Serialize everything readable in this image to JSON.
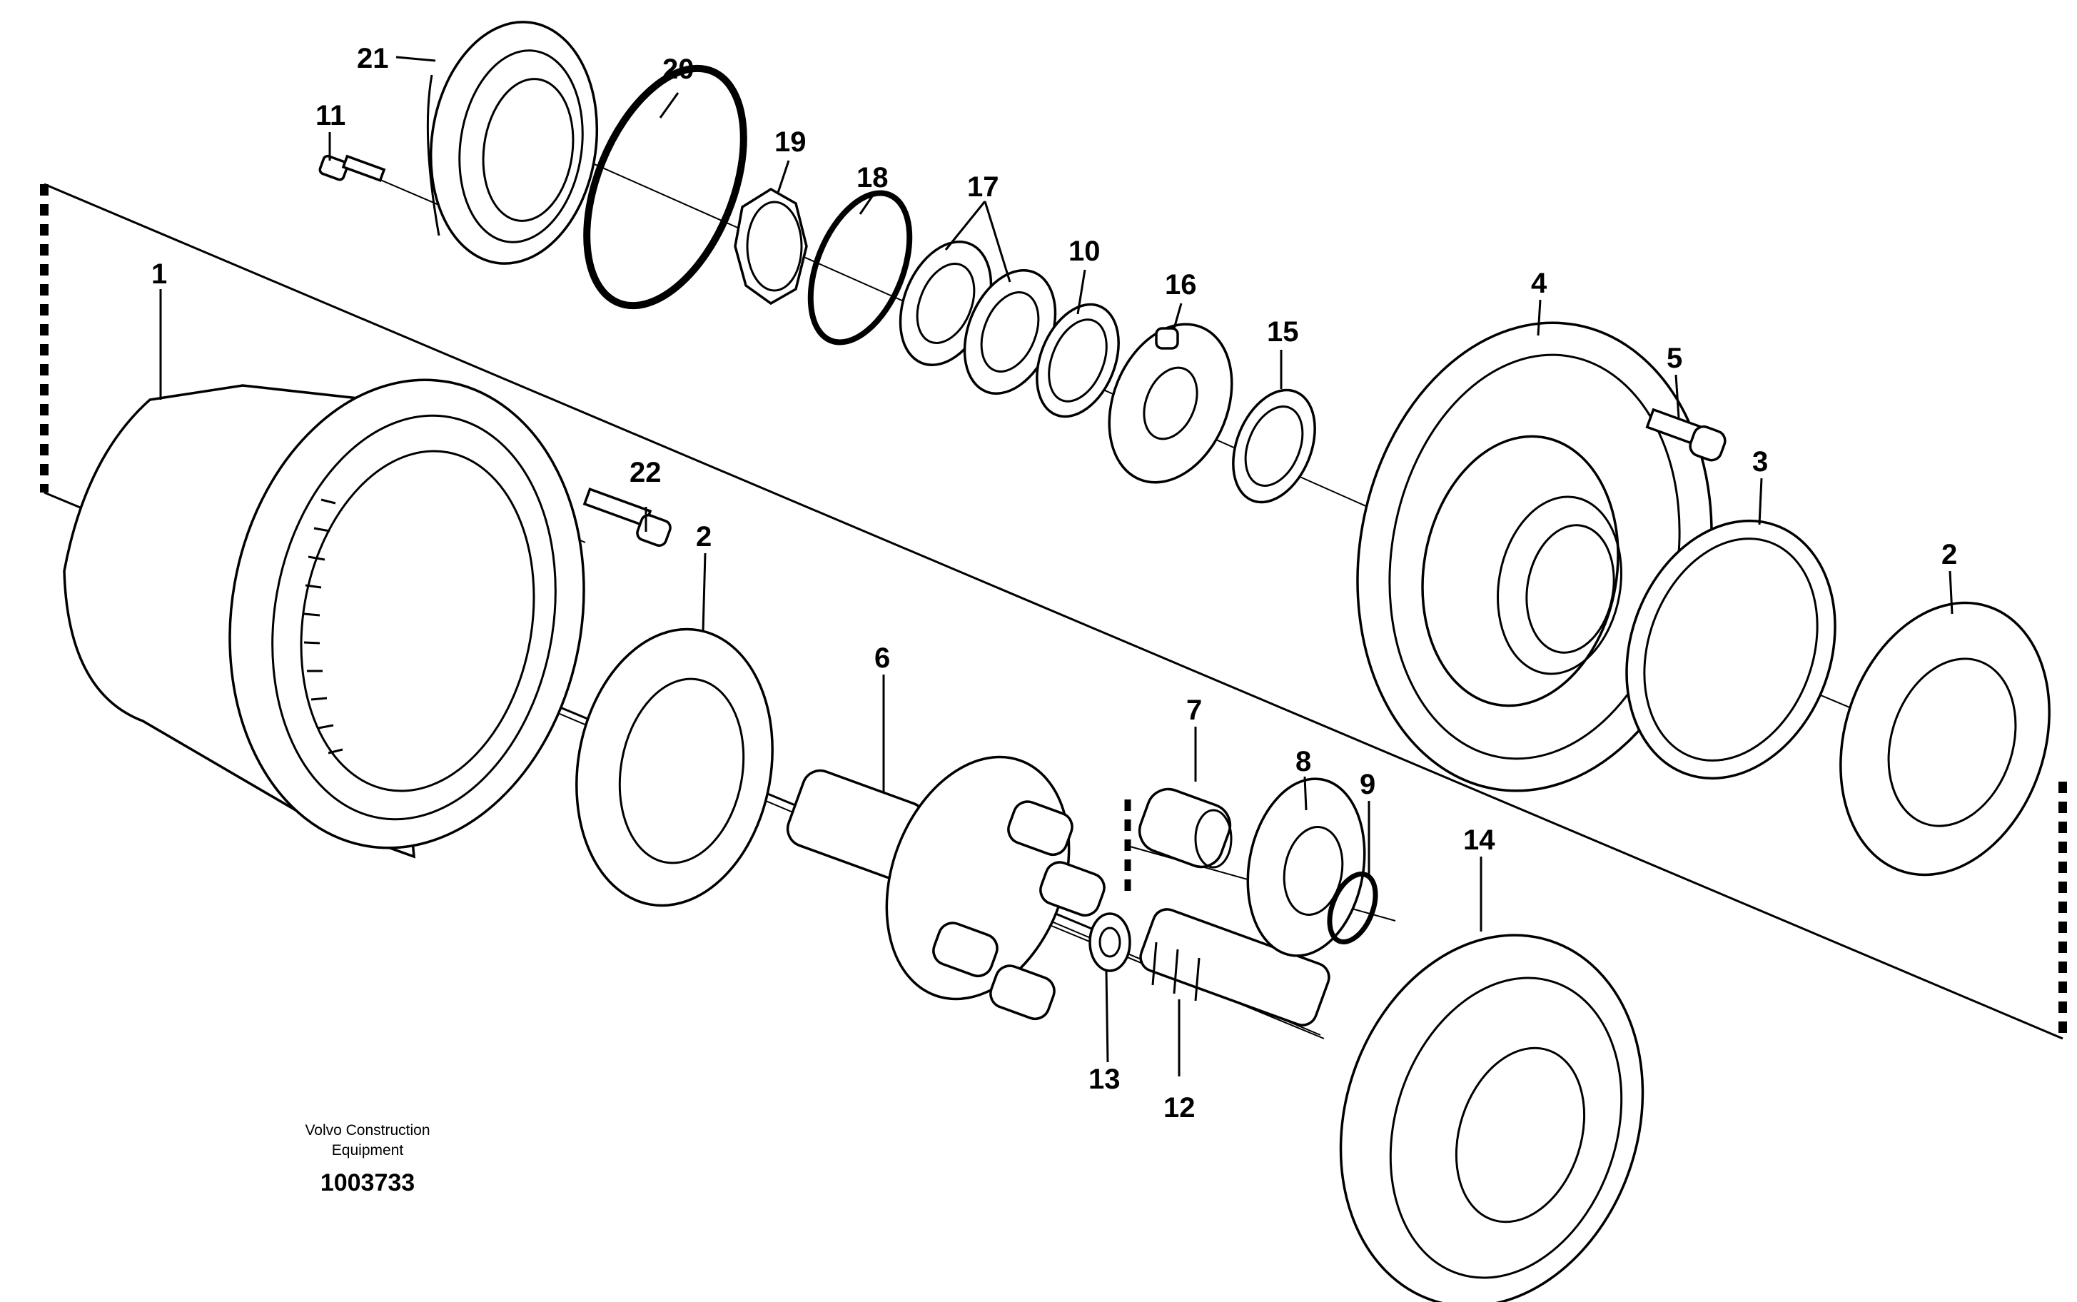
{
  "diagram": {
    "callouts": [
      {
        "id": "c1",
        "label": "1"
      },
      {
        "id": "c2a",
        "label": "2"
      },
      {
        "id": "c2b",
        "label": "2"
      },
      {
        "id": "c3",
        "label": "3"
      },
      {
        "id": "c4",
        "label": "4"
      },
      {
        "id": "c5",
        "label": "5"
      },
      {
        "id": "c6",
        "label": "6"
      },
      {
        "id": "c7",
        "label": "7"
      },
      {
        "id": "c8",
        "label": "8"
      },
      {
        "id": "c9",
        "label": "9"
      },
      {
        "id": "c10",
        "label": "10"
      },
      {
        "id": "c11",
        "label": "11"
      },
      {
        "id": "c12",
        "label": "12"
      },
      {
        "id": "c13",
        "label": "13"
      },
      {
        "id": "c14",
        "label": "14"
      },
      {
        "id": "c15",
        "label": "15"
      },
      {
        "id": "c16",
        "label": "16"
      },
      {
        "id": "c17",
        "label": "17"
      },
      {
        "id": "c18",
        "label": "18"
      },
      {
        "id": "c19",
        "label": "19"
      },
      {
        "id": "c20",
        "label": "20"
      },
      {
        "id": "c21",
        "label": "21"
      },
      {
        "id": "c22",
        "label": "22"
      }
    ],
    "brand_line1": "Volvo Construction",
    "brand_line2": "Equipment",
    "document_number": "1003733"
  }
}
